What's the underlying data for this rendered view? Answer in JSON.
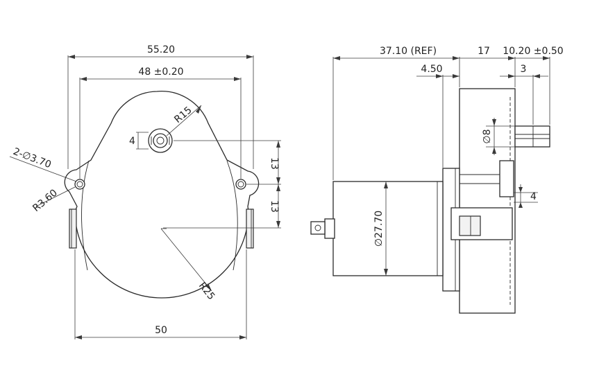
{
  "front_view": {
    "overall_width": "55.20",
    "mount_spacing": "48 ±0.20",
    "body_width": "50",
    "mount_holes": "2-∅3.70",
    "ear_radius": "R3.60",
    "gear_radius": "R15",
    "body_radius": "R25",
    "shaft_flat": "4",
    "upper_offset": "13",
    "lower_offset": "13"
  },
  "side_view": {
    "overall_length": "37.10 (REF)",
    "gearbox_depth": "17",
    "shaft_length": "10.20 ±0.50",
    "motor_offset": "4.50",
    "shaft_flat_length": "3",
    "shaft_diameter": "∅8",
    "motor_diameter": "∅27.70",
    "boss_height": "4"
  }
}
